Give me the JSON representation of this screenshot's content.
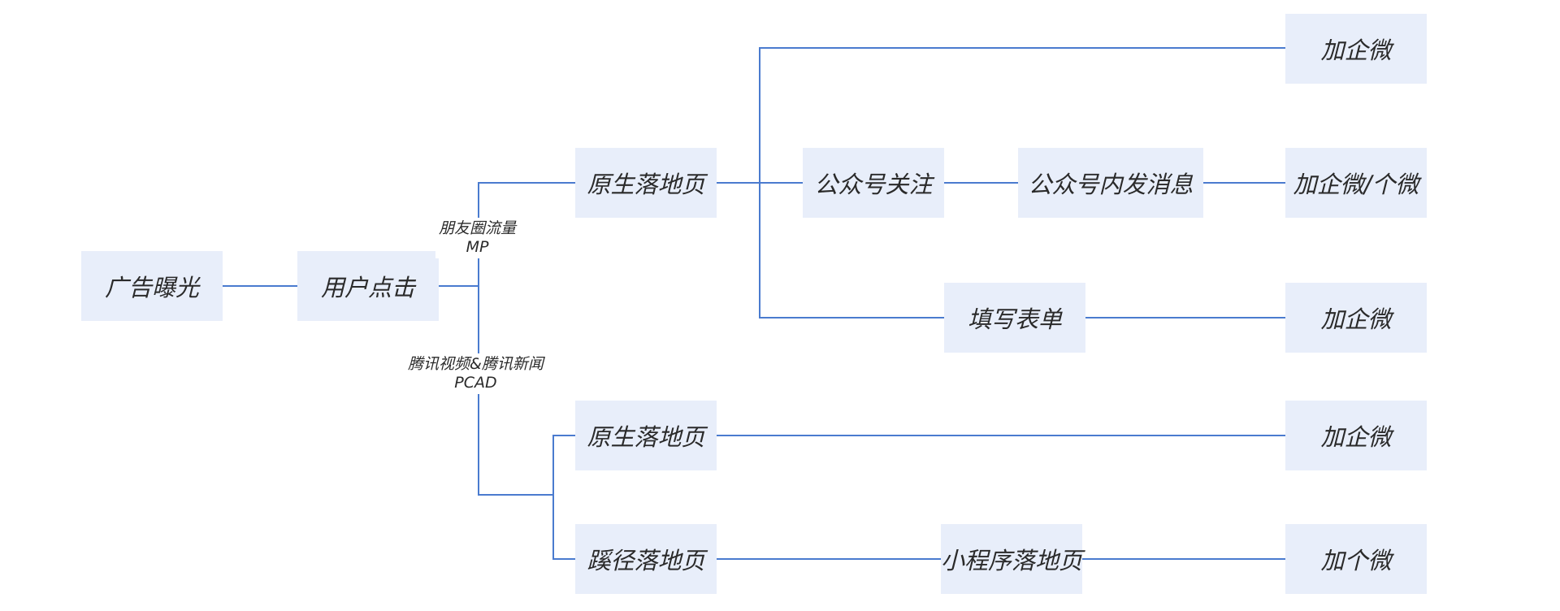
{
  "diagram": {
    "nodes": {
      "ad_exposure": "广告曝光",
      "user_click": "用户点击",
      "native_landing_1": "原生落地页",
      "oa_follow": "公众号关注",
      "oa_message": "公众号内发消息",
      "fill_form": "填写表单",
      "add_wecom_1": "加企微",
      "add_wecom_personal": "加企微/个微",
      "add_wecom_2": "加企微",
      "native_landing_2": "原生落地页",
      "jump_landing": "蹊径落地页",
      "miniprogram_landing": "小程序落地页",
      "add_wecom_3": "加企微",
      "add_personal_wechat": "加个微"
    },
    "edge_labels": {
      "moments": {
        "line1": "朋友圈流量",
        "line2": "MP"
      },
      "tencent": {
        "line1": "腾讯视频&腾讯新闻",
        "line2": "PCAD"
      }
    },
    "colors": {
      "node_fill": "#e8eefa",
      "connector": "#4a7bcf",
      "text": "#2a2a2a"
    }
  }
}
